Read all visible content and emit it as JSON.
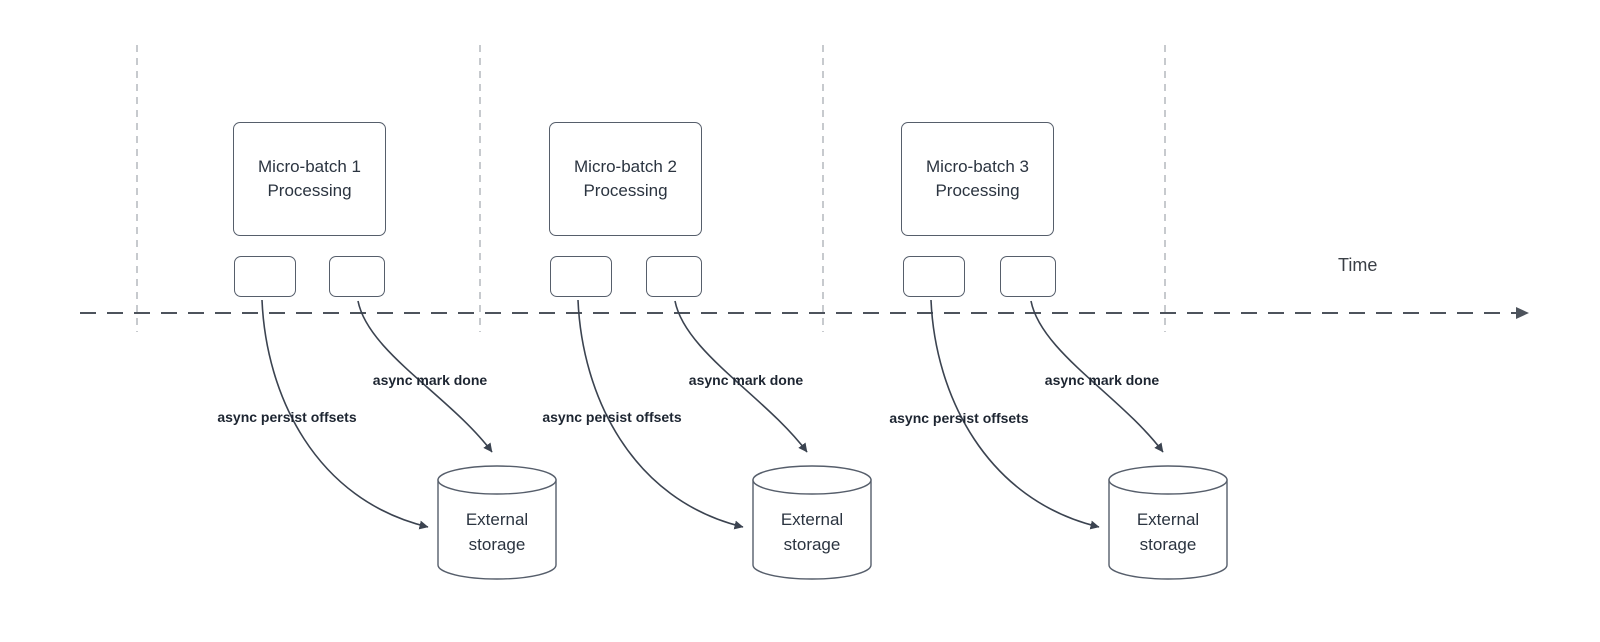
{
  "diagram": {
    "time_label": "Time",
    "colors": {
      "shape_stroke": "#565e6b",
      "timeline_stroke": "#4d535c",
      "divider_stroke": "#b9bdc2",
      "text": "#2b3440",
      "label_text": "#1d2531",
      "background": "#ffffff"
    },
    "batches": [
      {
        "title_line1": "Micro-batch 1",
        "title_line2": "Processing",
        "persist_label": "async persist offsets",
        "mark_done_label": "async mark done",
        "storage_line1": "External",
        "storage_line2": "storage"
      },
      {
        "title_line1": "Micro-batch 2",
        "title_line2": "Processing",
        "persist_label": "async persist offsets",
        "mark_done_label": "async mark done",
        "storage_line1": "External",
        "storage_line2": "storage"
      },
      {
        "title_line1": "Micro-batch 3",
        "title_line2": "Processing",
        "persist_label": "async persist offsets",
        "mark_done_label": "async mark done",
        "storage_line1": "External",
        "storage_line2": "storage"
      }
    ]
  }
}
